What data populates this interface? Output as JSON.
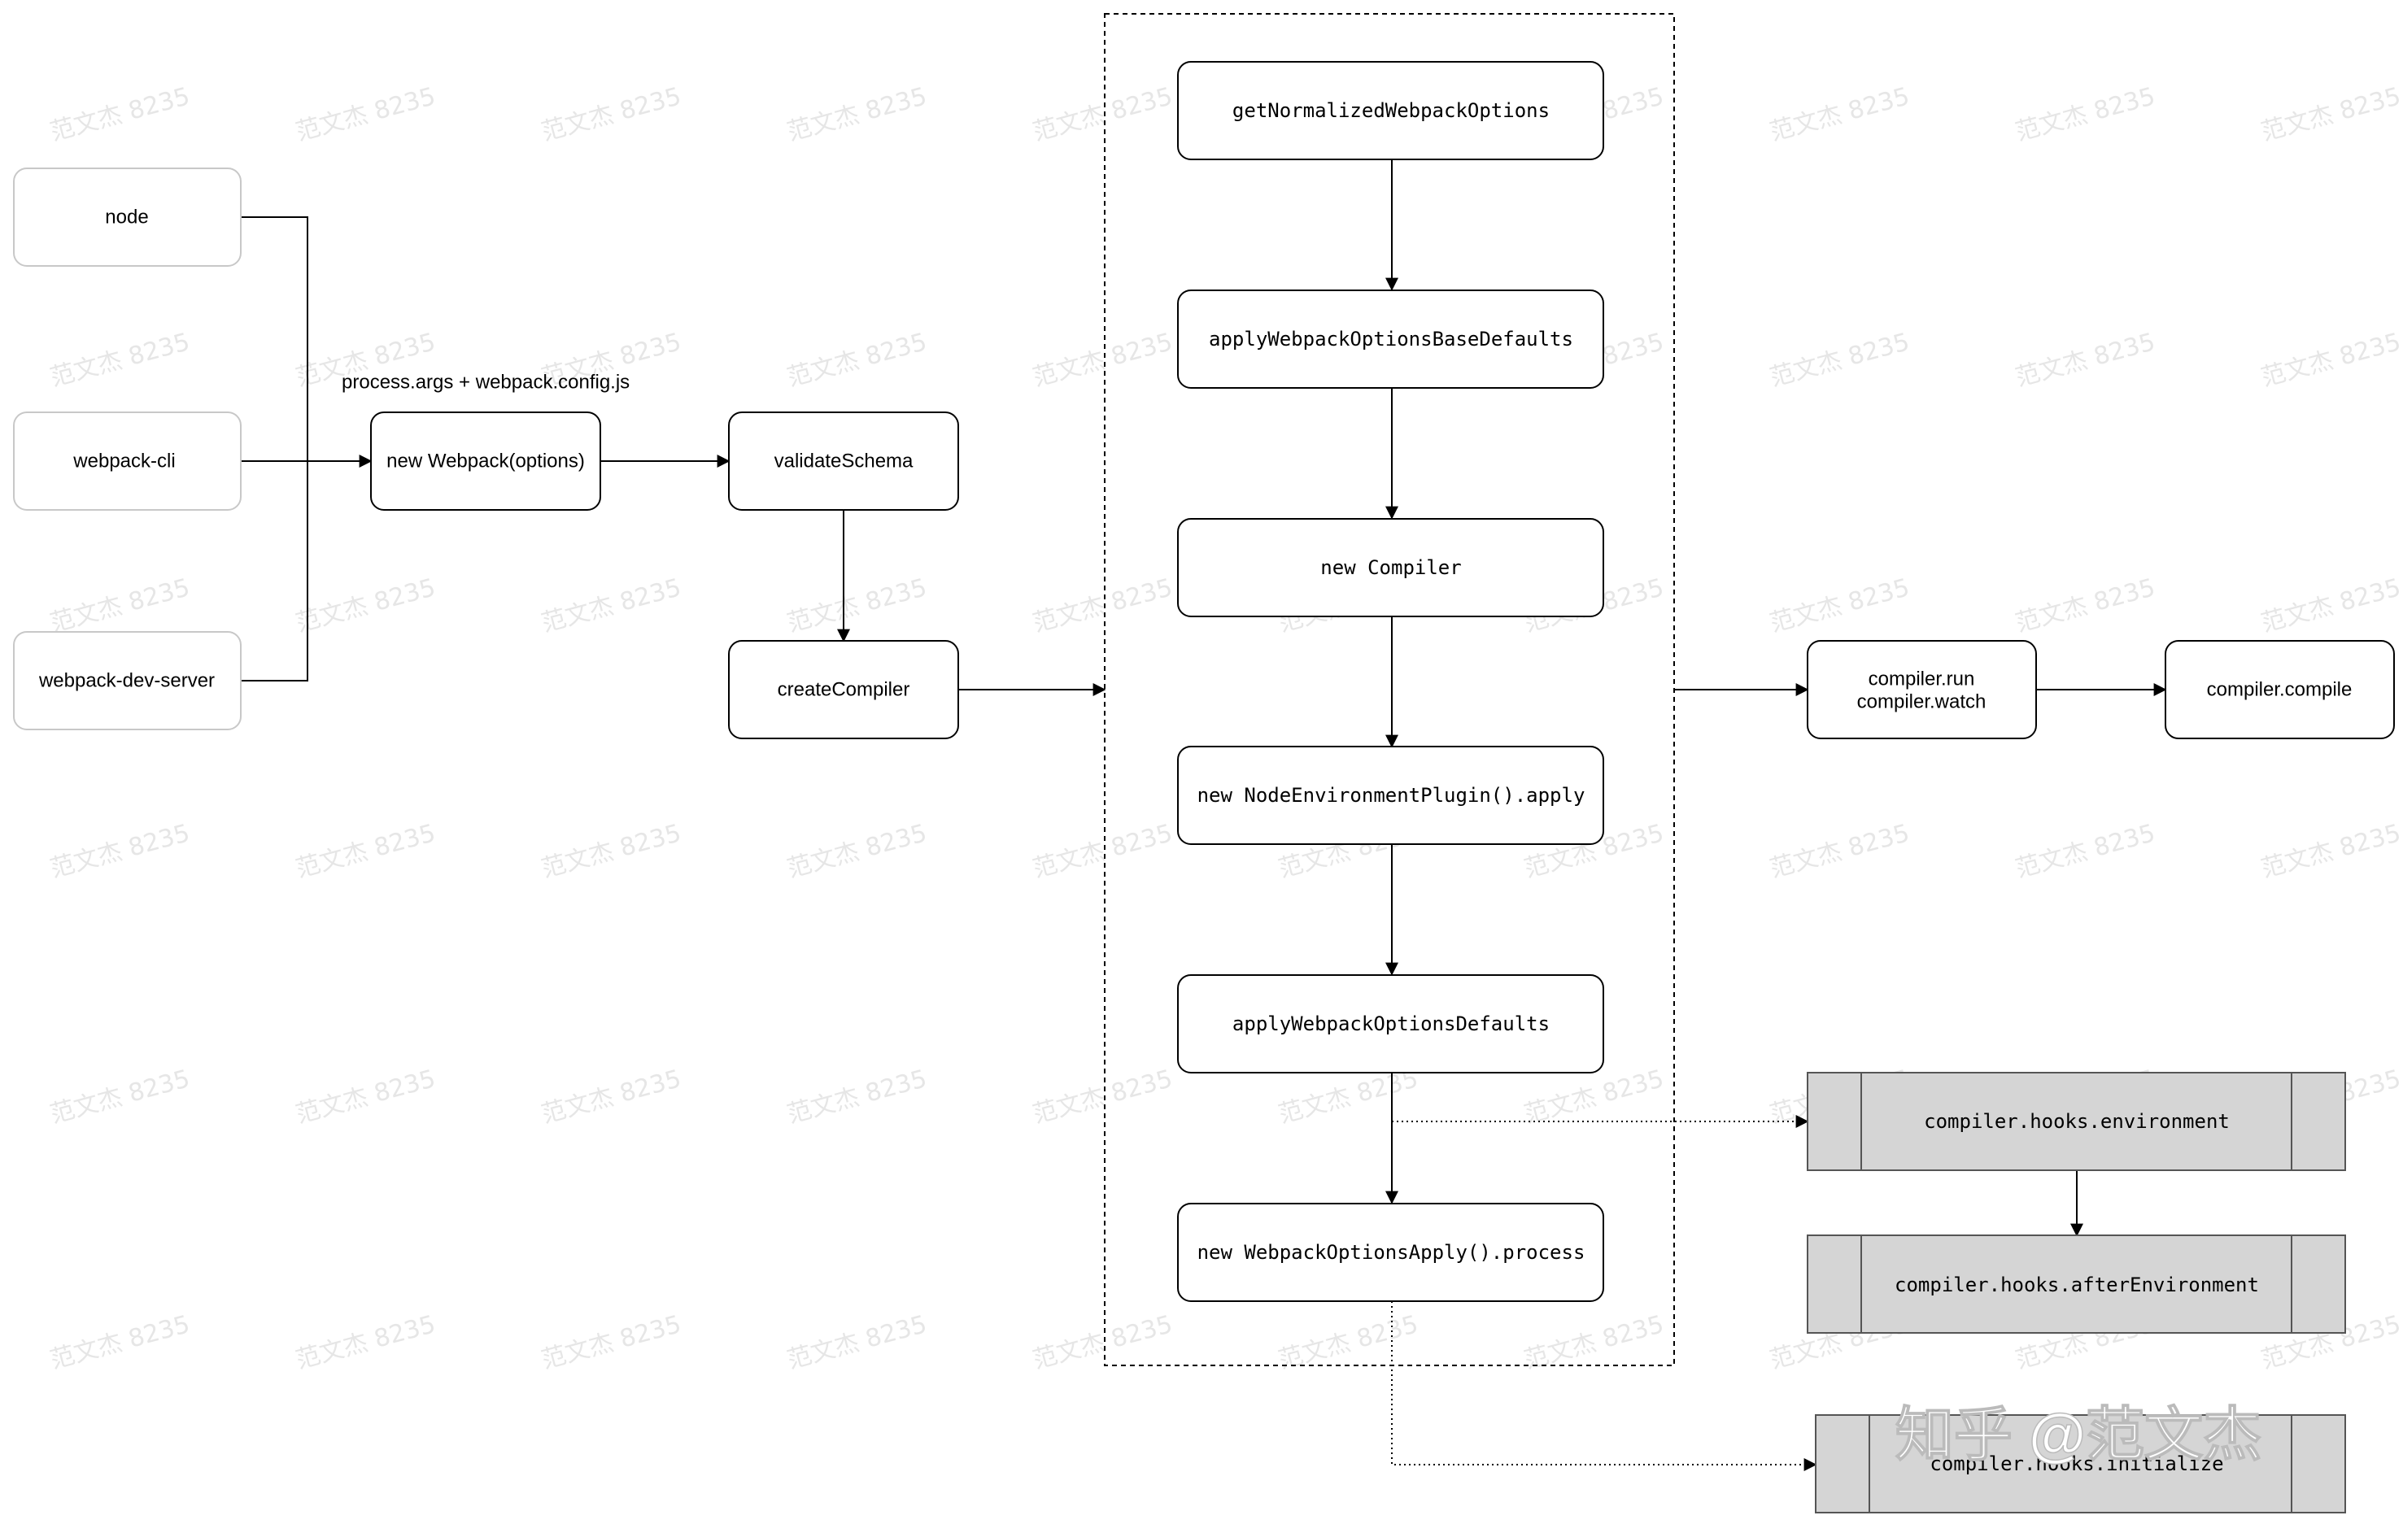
{
  "diagram": {
    "input_nodes": [
      {
        "id": "node",
        "label": "node"
      },
      {
        "id": "webpack_cli",
        "label": "webpack-cli"
      },
      {
        "id": "webpack_dev_server",
        "label": "webpack-dev-server"
      }
    ],
    "edge_label": "process.args + webpack.config.js",
    "main_flow": [
      {
        "id": "new_webpack",
        "label": "new Webpack(options)"
      },
      {
        "id": "validate_schema",
        "label": "validateSchema"
      },
      {
        "id": "create_compiler",
        "label": "createCompiler"
      }
    ],
    "compiler_steps": [
      {
        "id": "get_normalized",
        "label": "getNormalizedWebpackOptions"
      },
      {
        "id": "apply_base_defaults",
        "label": "applyWebpackOptionsBaseDefaults"
      },
      {
        "id": "new_compiler",
        "label": "new Compiler"
      },
      {
        "id": "node_env_plugin",
        "label": "new NodeEnvironmentPlugin().apply"
      },
      {
        "id": "apply_defaults",
        "label": "applyWebpackOptionsDefaults"
      },
      {
        "id": "options_apply",
        "label": "new WebpackOptionsApply().process"
      }
    ],
    "run_nodes": [
      {
        "id": "compiler_run",
        "lines": [
          "compiler.run",
          "compiler.watch"
        ]
      },
      {
        "id": "compiler_compile",
        "label": "compiler.compile"
      }
    ],
    "hook_nodes": [
      {
        "id": "hook_environment",
        "label": "compiler.hooks.environment"
      },
      {
        "id": "hook_after_environment",
        "label": "compiler.hooks.afterEnvironment"
      },
      {
        "id": "hook_initialize",
        "label": "compiler.hooks.initialize"
      }
    ],
    "watermark": {
      "text": "范文杰 8235",
      "attribution": "知乎 @范文杰"
    },
    "colors": {
      "stroke": "#000000",
      "input_border": "#c8c8c8",
      "hook_fill": "#d5d5d5",
      "watermark": "#e6e6e6",
      "attribution": "#ffffff"
    }
  }
}
